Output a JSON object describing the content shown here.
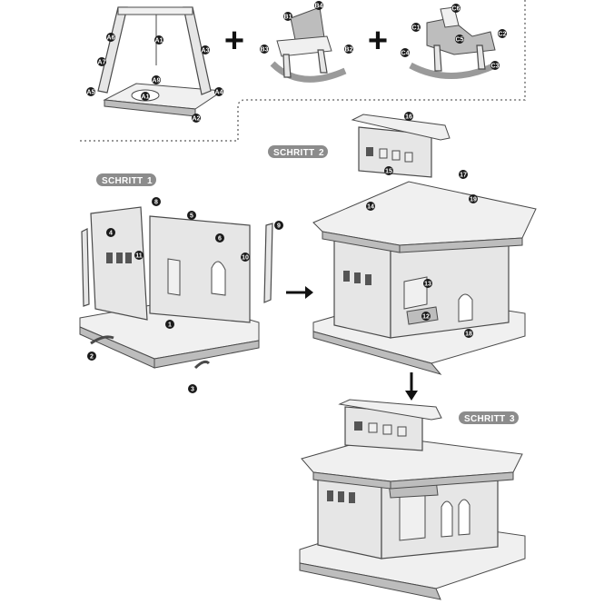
{
  "steps": [
    {
      "label": "SCHRITT",
      "num": "1"
    },
    {
      "label": "SCHRITT",
      "num": "2"
    },
    {
      "label": "SCHRITT",
      "num": "3"
    }
  ],
  "operators": {
    "plus": "+"
  },
  "parts_a": [
    "A1",
    "A1",
    "A2",
    "A3",
    "A4",
    "A5",
    "A6",
    "A7",
    "A9"
  ],
  "parts_b": [
    "B1",
    "B2",
    "B3",
    "B4"
  ],
  "parts_c": [
    "C1",
    "C2",
    "C3",
    "C4",
    "C5",
    "C6"
  ],
  "step1_callouts": [
    "1",
    "2",
    "3",
    "4",
    "5",
    "6",
    "8",
    "9",
    "10",
    "11"
  ],
  "step2_callouts": [
    "12",
    "13",
    "14",
    "15",
    "16",
    "17",
    "18",
    "19"
  ]
}
